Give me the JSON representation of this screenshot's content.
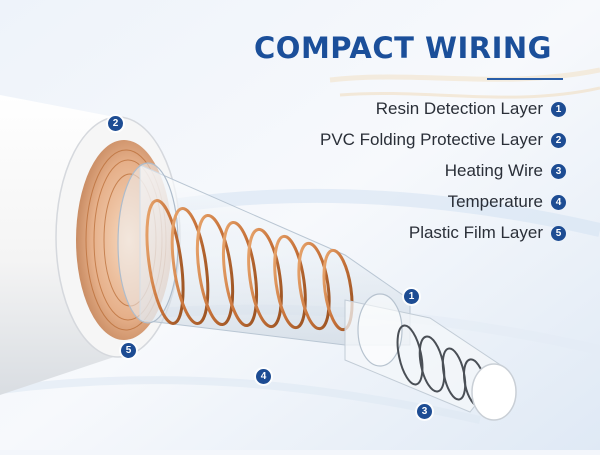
{
  "title": "COMPACT WIRING",
  "legend": [
    {
      "label": "Resin Detection Layer",
      "number": "1"
    },
    {
      "label": "PVC Folding Protective Layer",
      "number": "2"
    },
    {
      "label": "Heating Wire",
      "number": "3"
    },
    {
      "label": "Temperature",
      "number": "4"
    },
    {
      "label": "Plastic Film Layer",
      "number": "5"
    }
  ],
  "callouts": {
    "outer_tube": "2",
    "inner_tube": "1",
    "heating_wire": "3",
    "temperature_coil": "4",
    "film_layer": "5"
  },
  "colors": {
    "brand_blue": "#1d4c93",
    "title_blue": "#1b4f9a",
    "copper": "#c8733a",
    "tube_white": "#f8f8f8"
  }
}
